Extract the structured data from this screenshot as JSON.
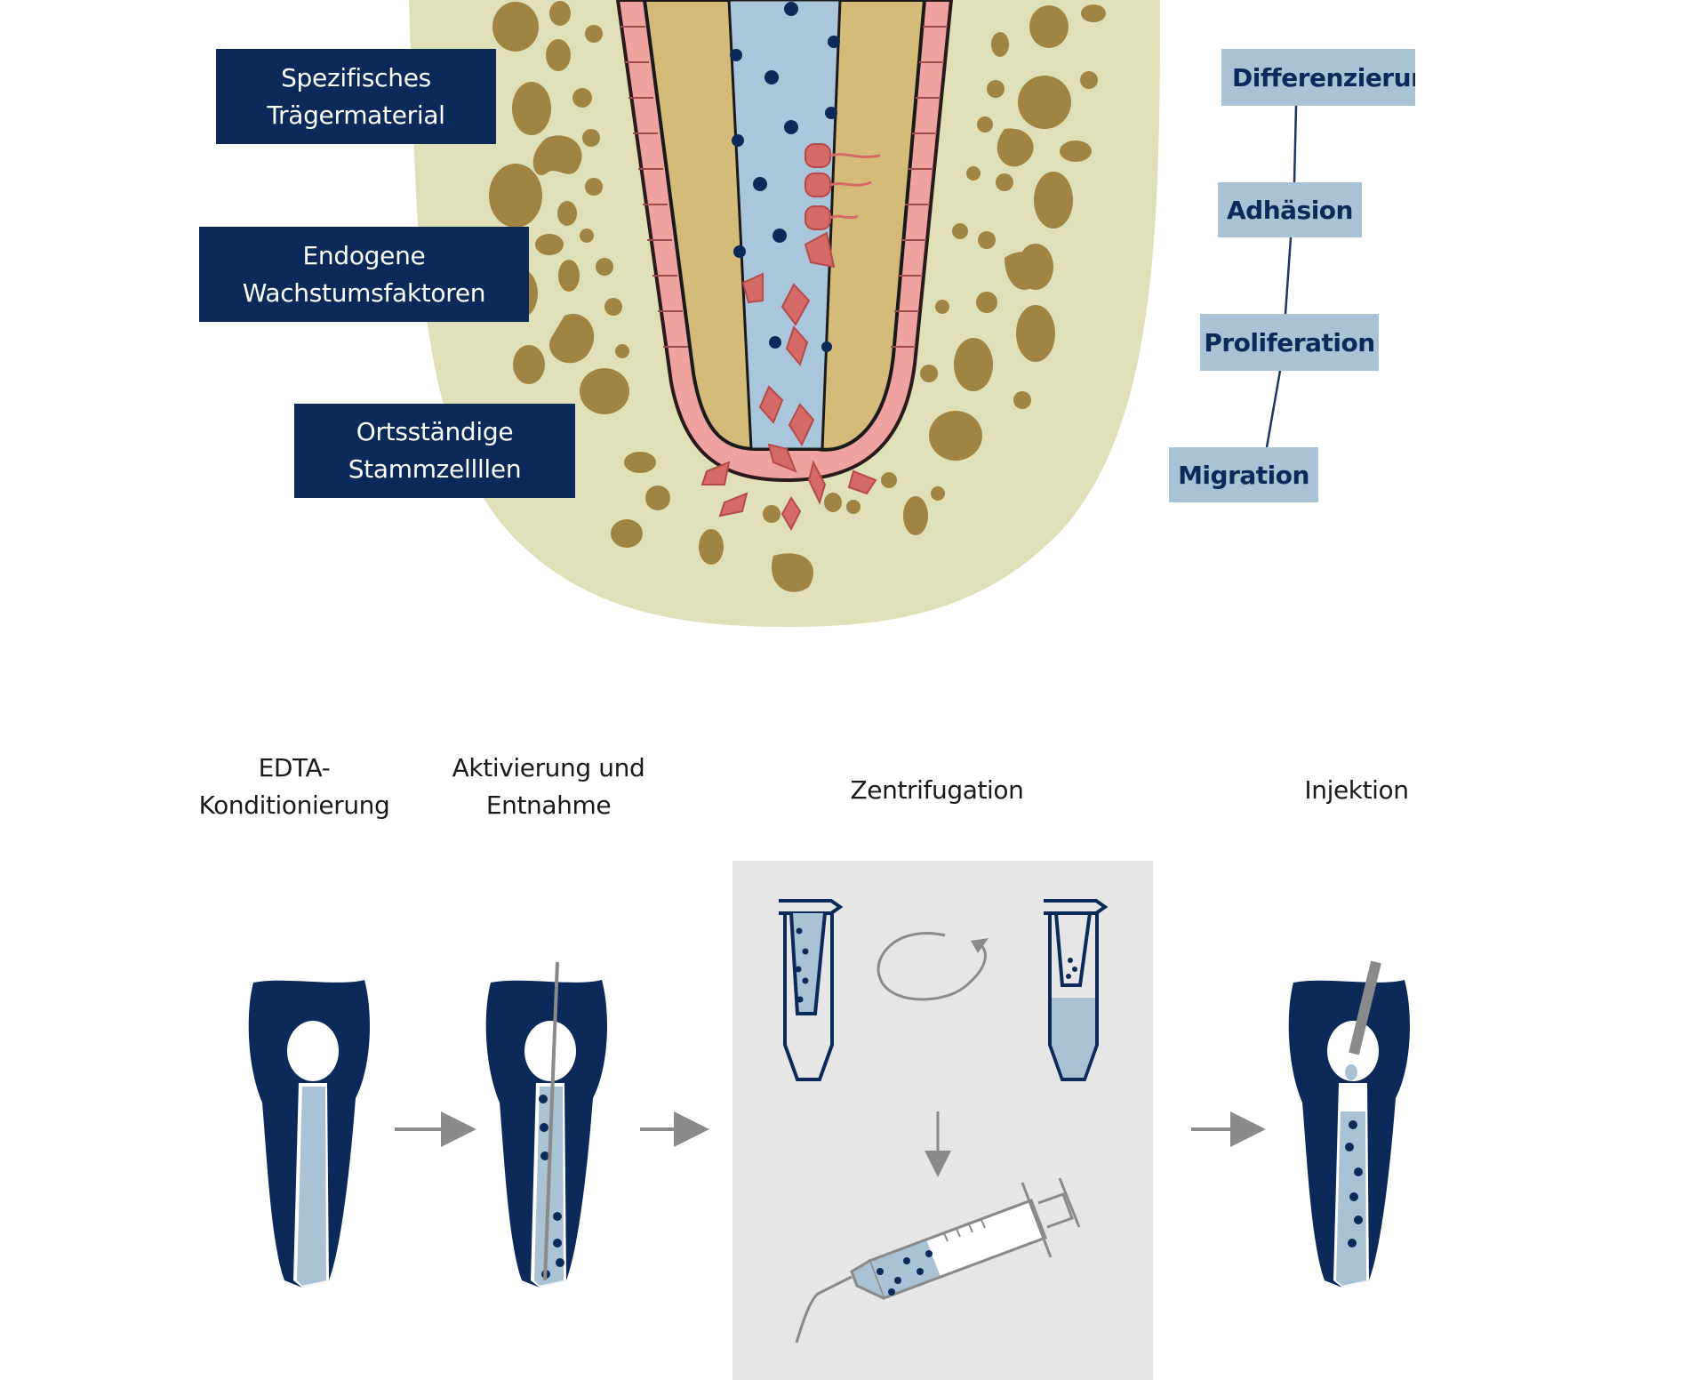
{
  "colors": {
    "navy": "#0b2a5a",
    "light_blue_label": "#a9c2d4",
    "bone": "#dfe0b8",
    "bone_spots": "#a08443",
    "dentin": "#d4bb7a",
    "pulp": "#a9c6da",
    "pdl_pink": "#efa3a1",
    "cell_red": "#d66a66",
    "panel_gray": "#e6e6e6",
    "arrow_gray": "#8a8a8a"
  },
  "top_diagram": {
    "left_labels": [
      {
        "line1": "Spezifisches",
        "line2": "Trägermaterial"
      },
      {
        "line1": "Endogene",
        "line2": "Wachstumsfaktoren"
      },
      {
        "line1": "Ortsständige",
        "line2": "Stammzellllen"
      }
    ],
    "right_labels": [
      {
        "label": "Differenzierun"
      },
      {
        "label": "Adhäsion"
      },
      {
        "label": "Proliferation"
      },
      {
        "label": "Migration"
      }
    ]
  },
  "process_steps": [
    {
      "line1": "EDTA-",
      "line2": "Konditionierung",
      "icon": "tooth-with-conditioned-canal-icon"
    },
    {
      "line1": "Aktivierung und",
      "line2": "Entnahme",
      "icon": "tooth-with-file-and-blood-icon"
    },
    {
      "line1": "Zentrifugation",
      "line2": "",
      "icon": "centrifuge-tubes-and-syringe-icon"
    },
    {
      "line1": "Injektion",
      "line2": "",
      "icon": "tooth-with-injection-needle-icon"
    }
  ]
}
